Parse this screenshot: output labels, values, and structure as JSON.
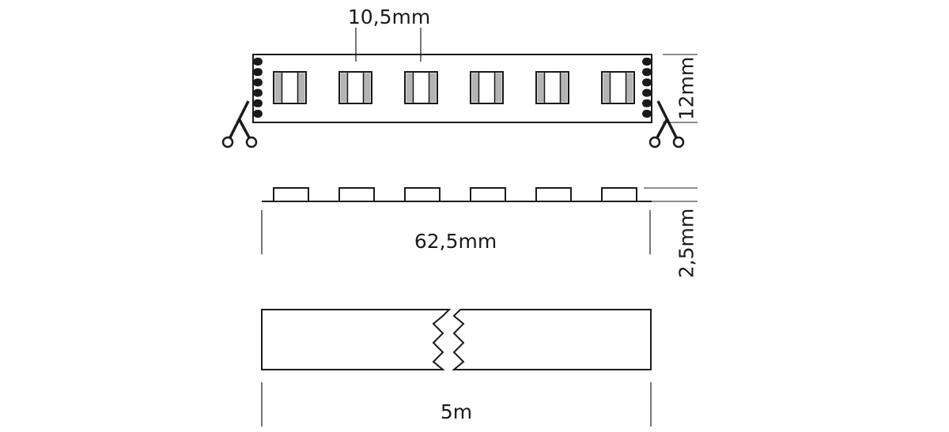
{
  "colors": {
    "line": "#1a1a1a",
    "led_fill": "#b4b4b4",
    "background": "#ffffff"
  },
  "strip_top": {
    "led_count": 6,
    "pitch_label": "10,5mm",
    "width_label": "12mm",
    "cut_mark_icon": "scissors-icon",
    "solder_pad_count": 6
  },
  "strip_side": {
    "led_count": 6,
    "height_label": "2,5mm",
    "segment_length_label": "62,5mm"
  },
  "strip_roll": {
    "break_icon": "zigzag-break-icon",
    "total_length_label": "5m"
  }
}
